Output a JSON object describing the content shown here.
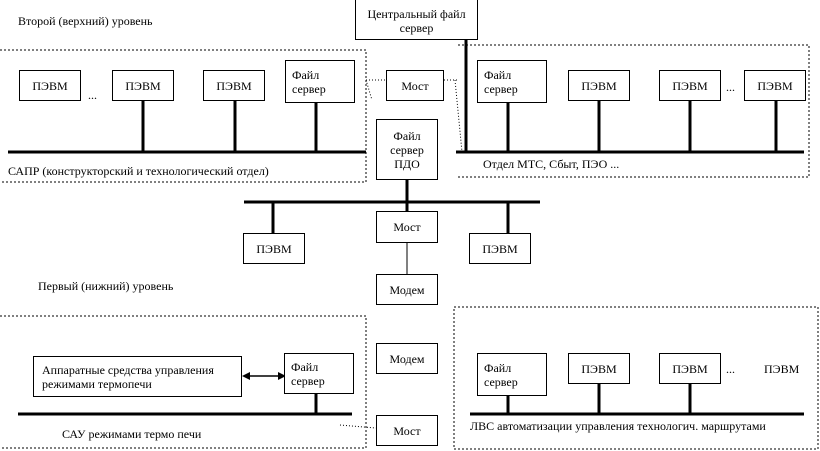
{
  "labels": {
    "level_top": "Второй (верхний) уровень",
    "level_bottom": "Первый (нижний) уровень",
    "cad": "САПР (конструкторский и технологический отдел)",
    "mts": "Отдел МТС, Сбыт, ПЭО ...",
    "sau": "САУ режимами термо печи",
    "lvs": "ЛВС автоматизации управления технологич. маршрутами"
  },
  "nodes": {
    "central_server": "Центральный файл сервер",
    "pc": "ПЭВМ",
    "file_server": "Файл сервер",
    "file_server_pdo": "Файл сервер ПДО",
    "bridge": "Мост",
    "modem": "Модем",
    "hw_control": "Аппаратные средства управления режимами термопечи"
  },
  "ellipsis": "..."
}
